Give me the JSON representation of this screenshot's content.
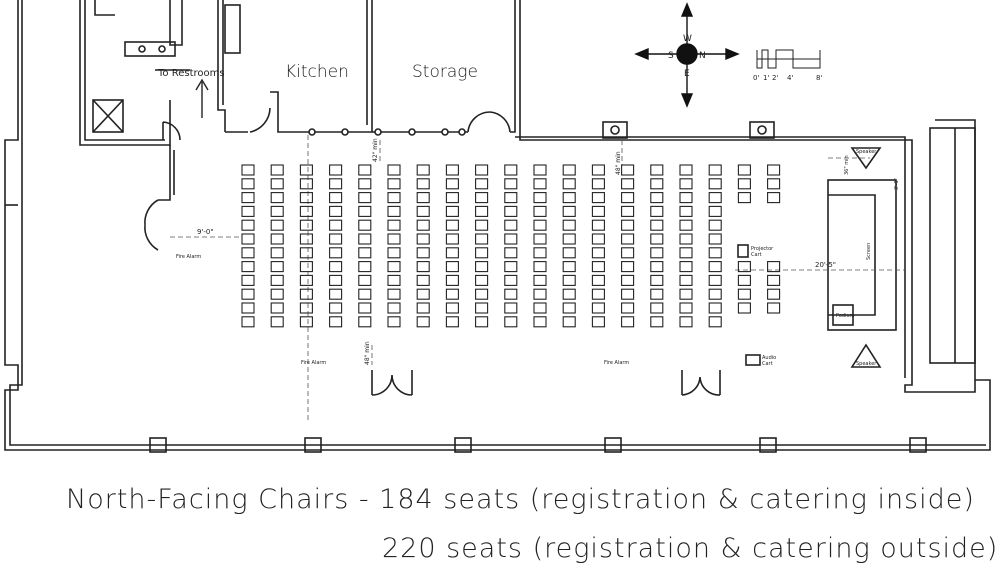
{
  "rooms": {
    "kitchen": "Kitchen",
    "storage": "Storage",
    "restrooms": "To Restrooms"
  },
  "labels": {
    "fire_alarm_1": "Fire Alarm",
    "fire_alarm_2": "Fire Alarm",
    "fire_alarm_3": "Fire Alarm",
    "projector_cart": [
      "Projector",
      "Cart"
    ],
    "audio_cart": [
      "Audio",
      "Cart"
    ],
    "screen": "Screen",
    "podium": "Podium",
    "speaker_top": "Speaker",
    "speaker_bottom": "Speaker"
  },
  "dimensions": {
    "door_width": "9'-0\"",
    "stage_distance": "20'-5\"",
    "aisle_top_left": "42\" min",
    "aisle_top_right": "48\" min",
    "aisle_bottom": "48\" min",
    "stage_side_1": "36\" min",
    "stage_side_2": "3'-0\""
  },
  "compass": {
    "w": "W",
    "s": "S",
    "n": "N",
    "e": "E"
  },
  "scale_bar": {
    "ticks": [
      "0'",
      "1'",
      "2'",
      "4'",
      "8'"
    ]
  },
  "captions": {
    "line1": "North-Facing Chairs - 184 seats (registration & catering inside)",
    "line2": "220 seats (registration & catering outside)"
  },
  "chairs": {
    "columns": 19,
    "rows": 12,
    "short_rows_from_column": 17,
    "short_rows_count": 7
  }
}
